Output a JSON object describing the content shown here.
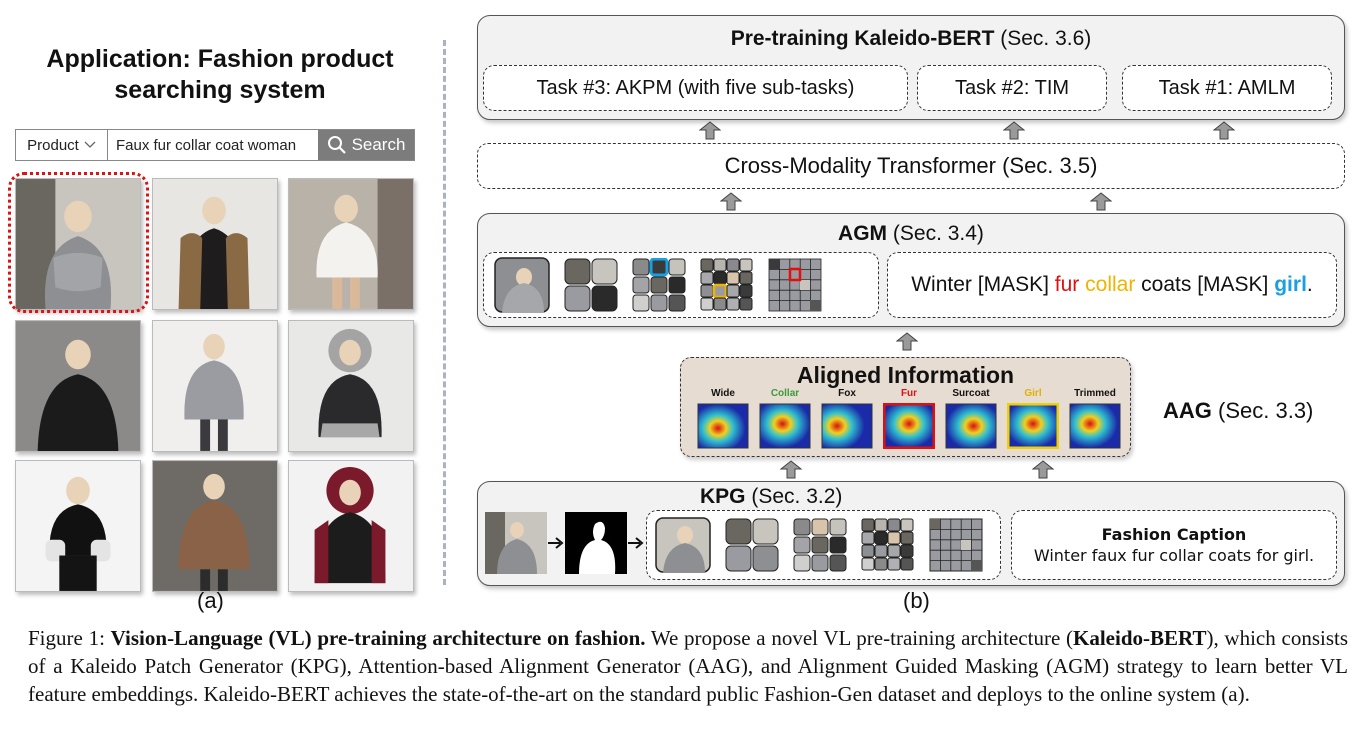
{
  "panel_a": {
    "title_line1": "Application: Fashion product",
    "title_line2": "searching system",
    "search": {
      "category_value": "Product",
      "query_value": "Faux fur collar coat woman",
      "button_label": "Search"
    },
    "label": "(a)"
  },
  "panel_b": {
    "label": "(b)",
    "pretrain": {
      "title_bold": "Pre-training Kaleido-BERT",
      "title_ref": "(Sec. 3.6)",
      "tasks": [
        "Task #3: AKPM (with five sub-tasks)",
        "Task #2: TIM",
        "Task #1: AMLM"
      ]
    },
    "cross_modality": "Cross-Modality Transformer (Sec. 3.5)",
    "agm": {
      "title_bold": "AGM",
      "title_ref": "(Sec. 3.4)",
      "masked_text": {
        "w1": "Winter [MASK]",
        "w2": "fur",
        "w3": "collar",
        "w4": "coats [MASK]",
        "w5": "girl",
        "w6": "."
      }
    },
    "aligned": {
      "heading": "Aligned Information",
      "words": [
        {
          "label": "Wide",
          "color": "#111111"
        },
        {
          "label": "Collar",
          "color": "#3a9a3a"
        },
        {
          "label": "Fox",
          "color": "#111111"
        },
        {
          "label": "Fur",
          "color": "#e01010"
        },
        {
          "label": "Surcoat",
          "color": "#111111"
        },
        {
          "label": "Girl",
          "color": "#e0b000"
        },
        {
          "label": "Trimmed",
          "color": "#111111"
        }
      ]
    },
    "aag": {
      "bold": "AAG",
      "ref": "(Sec. 3.3)"
    },
    "kpg": {
      "title_bold": "KPG",
      "title_ref": "(Sec. 3.2)",
      "caption_heading": "Fashion Caption",
      "caption_text": "Winter faux fur collar coats for girl."
    },
    "colors": {
      "fur": "#e01010",
      "collar": "#f0b400",
      "girl": "#1aa0e0"
    }
  },
  "caption": {
    "figure_label": "Figure 1:",
    "bold_title": "Vision-Language (VL) pre-training architecture on fashion.",
    "text1": "We propose a novel VL pre-training architecture (",
    "bold_name": "Kaleido-BERT",
    "text2": "), which consists of a Kaleido Patch Generator (KPG), Attention-based Alignment Generator (AAG), and Alignment Guided Masking (AGM) strategy to learn better VL feature embeddings. Kaleido-BERT achieves the state-of-the-art on the standard public Fashion-Gen dataset and deploys to the online system (a)."
  }
}
